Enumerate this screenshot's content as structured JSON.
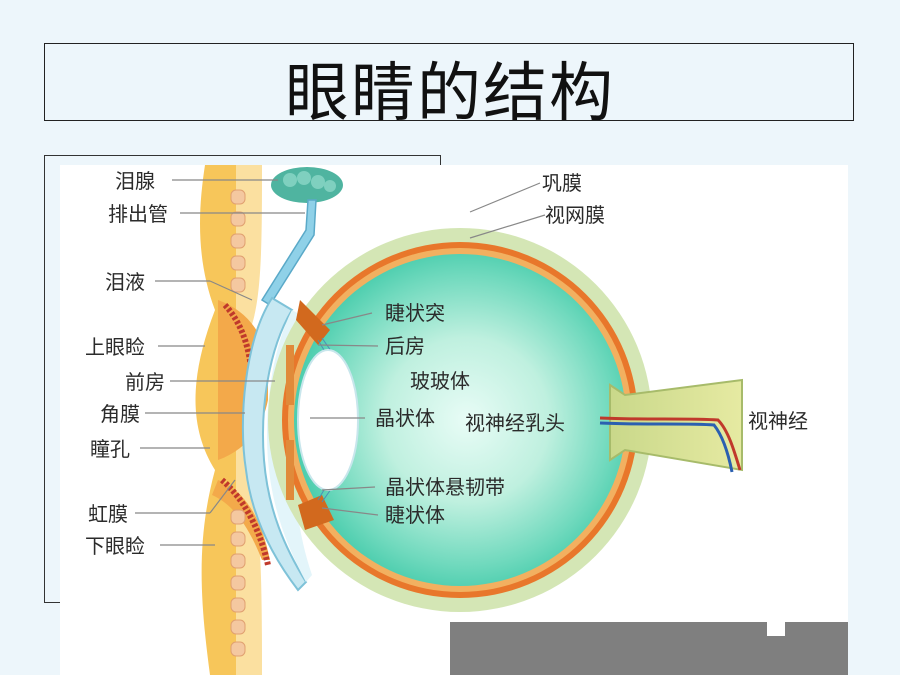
{
  "title": "眼睛的结构",
  "labels_left": {
    "lacrimal_gland": "泪腺",
    "drain_duct": "排出管",
    "tears": "泪液",
    "upper_eyelid": "上眼睑",
    "anterior_chamber": "前房",
    "cornea": "角膜",
    "pupil": "瞳孔",
    "iris": "虹膜",
    "lower_eyelid": "下眼睑"
  },
  "labels_right": {
    "sclera": "巩膜",
    "retina": "视网膜",
    "ciliary_process": "睫状突",
    "posterior_chamber": "后房",
    "vitreous_body": "玻玻体",
    "lens": "晶状体",
    "optic_disc": "视神经乳头",
    "optic_nerve": "视神经",
    "zonule": "晶状体悬韧带",
    "ciliary_body": "睫状体"
  },
  "colors": {
    "background": "#edf6fb",
    "vitreous_center": "#e2faf4",
    "vitreous_edge": "#52d2b4",
    "sclera": "#cfe3b2",
    "retina": "#e8762a",
    "eyelid": "#f6b53c",
    "cornea": "#bfe4f0"
  }
}
